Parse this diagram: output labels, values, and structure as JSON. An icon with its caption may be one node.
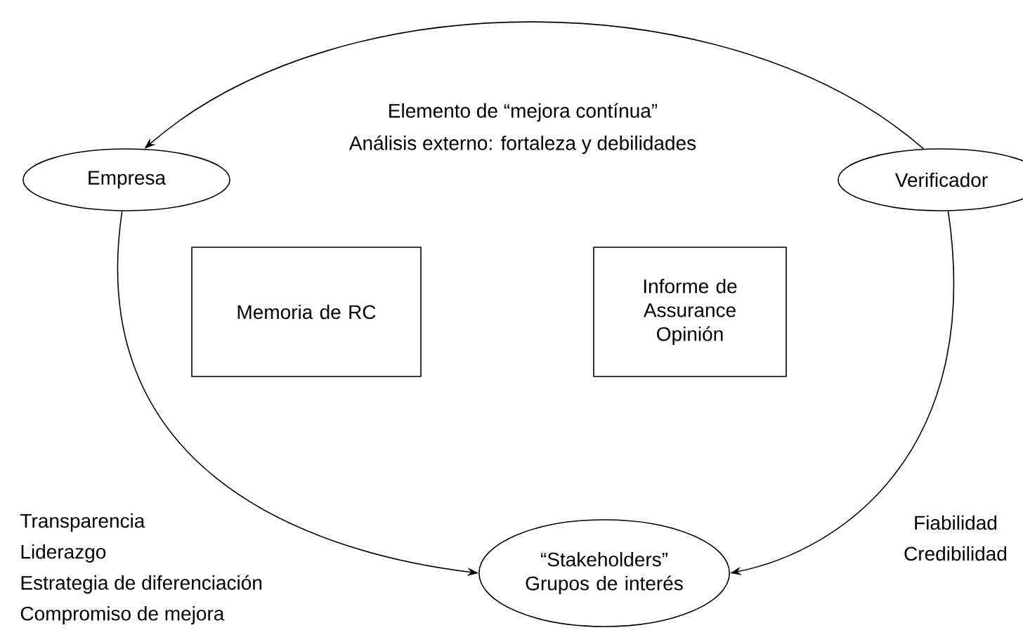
{
  "diagram": {
    "nodes": [
      {
        "text": [
          "Empresa"
        ]
      },
      {
        "text": [
          "Verificador"
        ]
      },
      {
        "text": [
          "Memoria de RC"
        ]
      },
      {
        "text": [
          "Informe de Assurance Opinión"
        ]
      },
      {
        "text": [
          "“Stakeholders” Grupos de interés"
        ]
      }
    ],
    "edges": [
      {
        "from": 1,
        "to": 0,
        "arrow": "to"
      },
      {
        "from": 0,
        "to": 4,
        "arrow": "to"
      },
      {
        "from": 1,
        "to": 4,
        "arrow": "to"
      }
    ],
    "labels": [
      "Elemento de “mejora contínua”",
      "Análisis externo: fortaleza y debilidades",
      "Transparencia",
      "Liderazgo",
      "Estrategia de diferenciación",
      "Compromiso de mejora",
      "Fiabilidad",
      "Credibilidad"
    ]
  }
}
